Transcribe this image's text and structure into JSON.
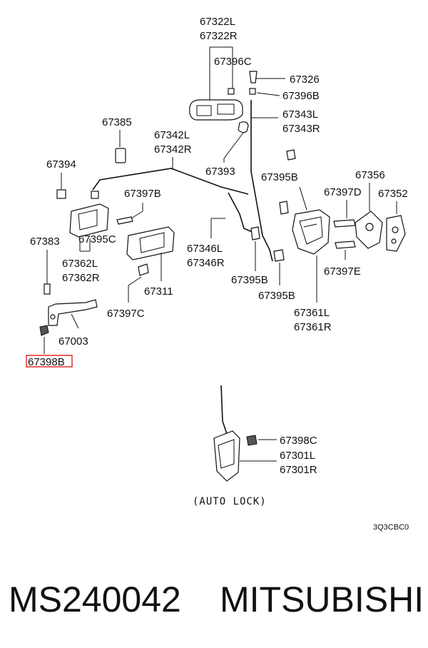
{
  "labels": {
    "p67322": [
      "67322L",
      "67322R"
    ],
    "p67396c": "67396C",
    "p67326": "67326",
    "p67396b": "67396B",
    "p67343": [
      "67343L",
      "67343R"
    ],
    "p67385": "67385",
    "p67342": [
      "67342L",
      "67342R"
    ],
    "p67393": "67393",
    "p67394": "67394",
    "p67395b_top": "67395B",
    "p67356": "67356",
    "p67397b": "67397B",
    "p67397d": "67397D",
    "p67352": "67352",
    "p67383": "67383",
    "p67395c": "67395C",
    "p67362": [
      "67362L",
      "67362R"
    ],
    "p67346": [
      "67346L",
      "67346R"
    ],
    "p67397e": "67397E",
    "p67395b_mid": "67395B",
    "p67395b_low": "67395B",
    "p67311": "67311",
    "p67397c": "67397C",
    "p67361": [
      "67361L",
      "67361R"
    ],
    "p67003": "67003",
    "p67398b": "67398B",
    "p67398c": "67398C",
    "p67301": [
      "67301L",
      "67301R"
    ],
    "auto_lock": "(AUTO LOCK)",
    "diagram_code": "3Q3CBC0"
  },
  "footer": {
    "part_number": "MS240042",
    "brand": "MITSUBISHI"
  },
  "colors": {
    "highlight": "#e02020",
    "ink": "#111111"
  }
}
